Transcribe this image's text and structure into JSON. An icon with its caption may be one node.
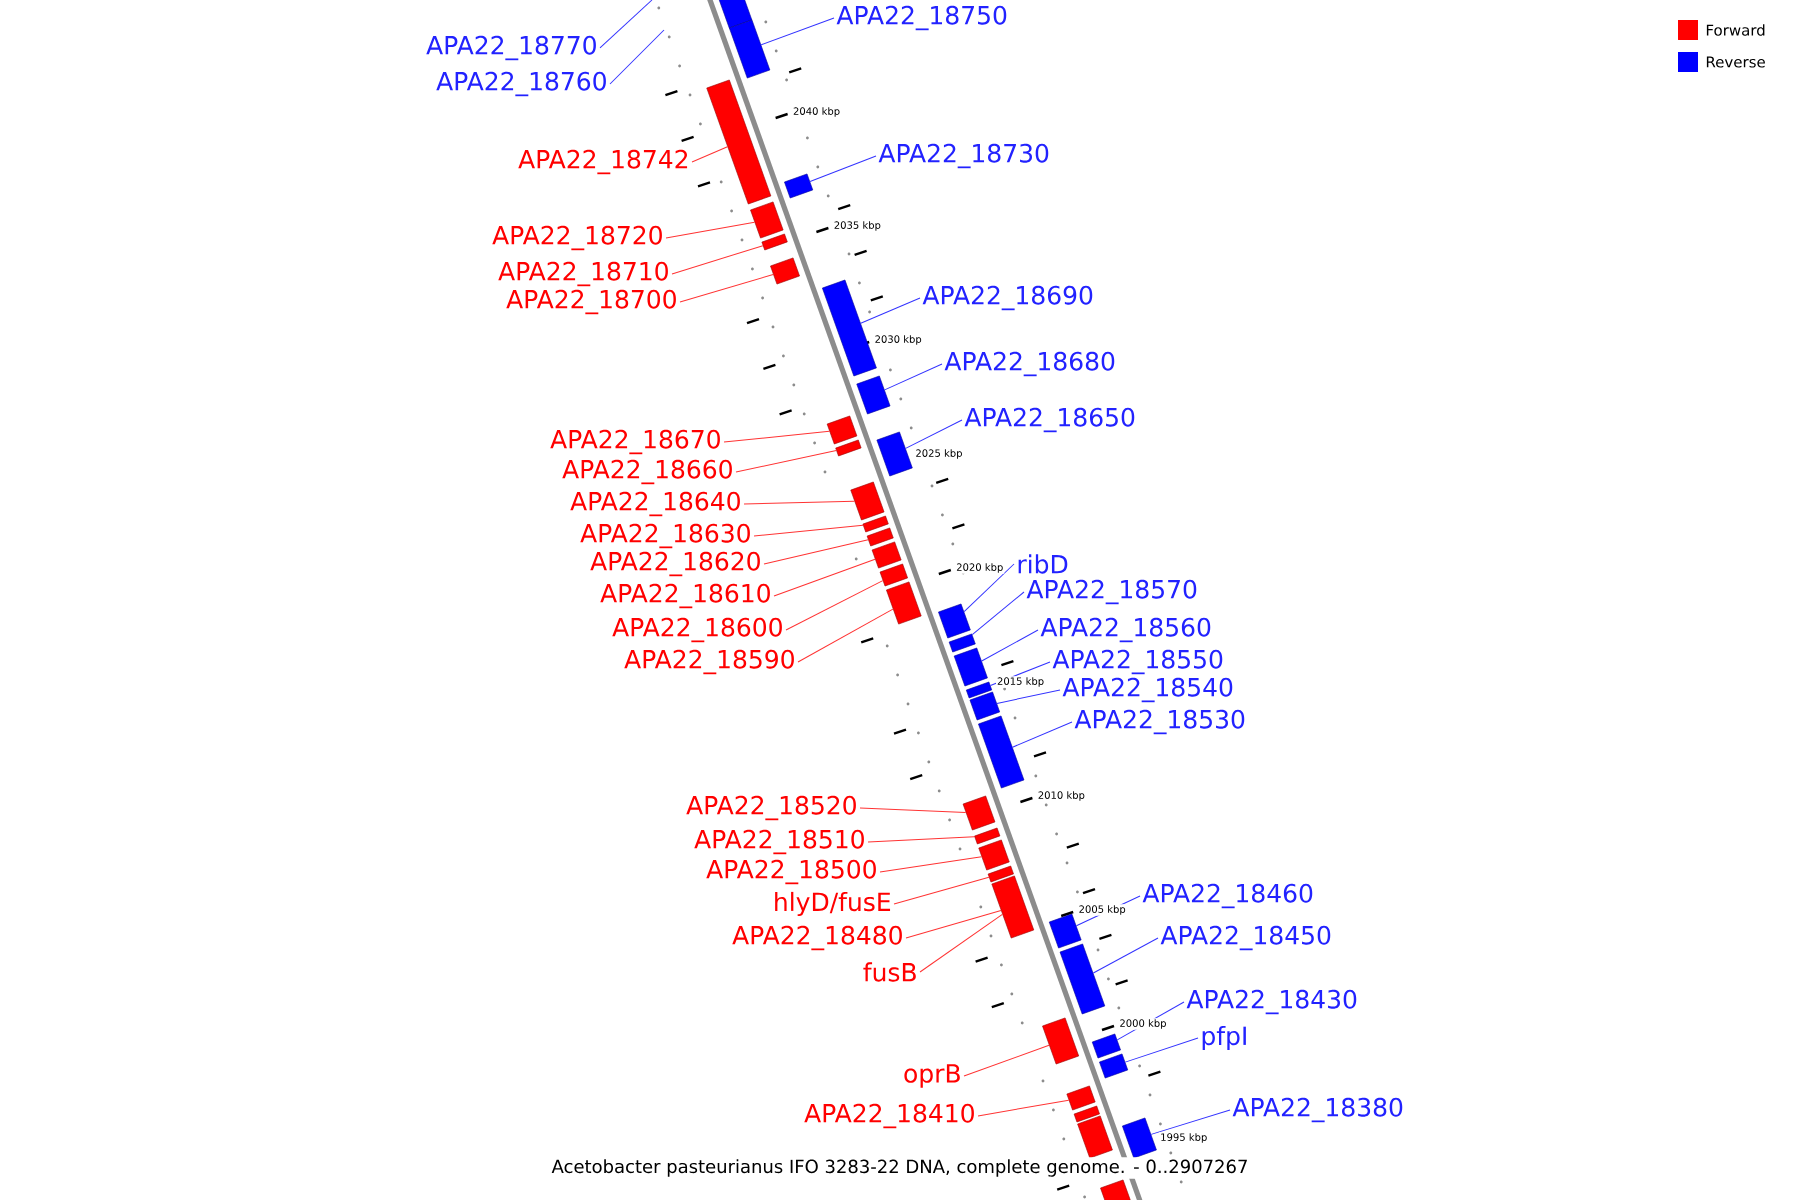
{
  "diagram": {
    "caption": "Acetobacter pasteurianus IFO 3283-22 DNA, complete genome. - 0..2907267",
    "nodes": [
      {
        "text": [
          "APA22_18750"
        ]
      },
      {
        "text": [
          "APA22_18770"
        ]
      },
      {
        "text": [
          "APA22_18760"
        ]
      },
      {
        "text": [
          "APA22_18730"
        ]
      },
      {
        "text": [
          "APA22_18742"
        ]
      },
      {
        "text": [
          "APA22_18720"
        ]
      },
      {
        "text": [
          "APA22_18710"
        ]
      },
      {
        "text": [
          "APA22_18690"
        ]
      },
      {
        "text": [
          "APA22_18700"
        ]
      },
      {
        "text": [
          "APA22_18680"
        ]
      },
      {
        "text": [
          "APA22_18650"
        ]
      },
      {
        "text": [
          "APA22_18670"
        ]
      },
      {
        "text": [
          "APA22_18660"
        ]
      },
      {
        "text": [
          "APA22_18640"
        ]
      },
      {
        "text": [
          "APA22_18630"
        ]
      },
      {
        "text": [
          "APA22_18620"
        ]
      },
      {
        "text": [
          "ribD"
        ]
      },
      {
        "text": [
          "APA22_18570"
        ]
      },
      {
        "text": [
          "APA22_18610"
        ]
      },
      {
        "text": [
          "APA22_18560"
        ]
      },
      {
        "text": [
          "APA22_18600"
        ]
      },
      {
        "text": [
          "APA22_18550"
        ]
      },
      {
        "text": [
          "APA22_18590"
        ]
      },
      {
        "text": [
          "APA22_18540"
        ]
      },
      {
        "text": [
          "APA22_18530"
        ]
      },
      {
        "text": [
          "APA22_18520"
        ]
      },
      {
        "text": [
          "APA22_18510"
        ]
      },
      {
        "text": [
          "APA22_18500"
        ]
      },
      {
        "text": [
          "APA22_18460"
        ]
      },
      {
        "text": [
          "hlyD/fusE"
        ]
      },
      {
        "text": [
          "APA22_18480"
        ]
      },
      {
        "text": [
          "APA22_18450"
        ]
      },
      {
        "text": [
          "fusB"
        ]
      },
      {
        "text": [
          "APA22_18430"
        ]
      },
      {
        "text": [
          "pfpI"
        ]
      },
      {
        "text": [
          "oprB"
        ]
      },
      {
        "text": [
          "APA22_18380"
        ]
      },
      {
        "text": [
          "APA22_18410"
        ]
      },
      {
        "text": [],
        "shape": "bar"
      },
      {
        "text": [],
        "shape": "bar"
      },
      {
        "text": [],
        "shape": "bar"
      },
      {
        "text": [],
        "shape": "bar"
      },
      {
        "text": [],
        "shape": "bar"
      },
      {
        "text": [],
        "shape": "bar"
      },
      {
        "text": [],
        "shape": "bar"
      },
      {
        "text": [],
        "shape": "bar"
      },
      {
        "text": [],
        "shape": "bar"
      },
      {
        "text": [],
        "shape": "bar"
      },
      {
        "text": [],
        "shape": "bar"
      },
      {
        "text": [],
        "shape": "bar"
      },
      {
        "text": [],
        "shape": "bar"
      },
      {
        "text": [],
        "shape": "bar"
      },
      {
        "text": [],
        "shape": "bar"
      },
      {
        "text": [],
        "shape": "bar"
      },
      {
        "text": [],
        "shape": "bar"
      },
      {
        "text": [],
        "shape": "bar"
      },
      {
        "text": [],
        "shape": "bar"
      },
      {
        "text": [],
        "shape": "bar"
      },
      {
        "text": [],
        "shape": "bar"
      },
      {
        "text": [],
        "shape": "bar"
      },
      {
        "text": [],
        "shape": "bar"
      },
      {
        "text": [],
        "shape": "bar"
      },
      {
        "text": [],
        "shape": "bar"
      },
      {
        "text": [],
        "shape": "bar"
      },
      {
        "text": [],
        "shape": "bar"
      },
      {
        "text": [],
        "shape": "bar"
      },
      {
        "text": [],
        "shape": "bar"
      },
      {
        "text": [],
        "shape": "bar"
      },
      {
        "text": [],
        "shape": "bar"
      },
      {
        "text": [],
        "shape": "bar"
      },
      {
        "text": [],
        "shape": "bar"
      },
      {
        "text": [],
        "shape": "bar"
      },
      {
        "text": [],
        "shape": "bar"
      },
      {
        "text": [],
        "shape": "bar"
      },
      {
        "text": [],
        "shape": "bar"
      },
      {
        "text": [],
        "shape": "bar"
      },
      {
        "text": [],
        "shape": "bar"
      }
    ],
    "edges": [
      {
        "from": 0,
        "to": 39,
        "arrow": "none",
        "color": "#3333ff"
      },
      {
        "from": 1,
        "to": null,
        "arrow": "none",
        "color": "#3333ff"
      },
      {
        "from": 2,
        "to": null,
        "arrow": "none",
        "color": "#3333ff"
      },
      {
        "from": 3,
        "to": 41,
        "arrow": "none",
        "color": "#3333ff"
      },
      {
        "from": 4,
        "to": 40,
        "arrow": "none",
        "color": "#ff3333"
      },
      {
        "from": 5,
        "to": 42,
        "arrow": "none",
        "color": "#ff3333"
      },
      {
        "from": 6,
        "to": 43,
        "arrow": "none",
        "color": "#ff3333"
      },
      {
        "from": 7,
        "to": 45,
        "arrow": "none",
        "color": "#3333ff"
      },
      {
        "from": 8,
        "to": 44,
        "arrow": "none",
        "color": "#ff3333"
      },
      {
        "from": 9,
        "to": 46,
        "arrow": "none",
        "color": "#3333ff"
      },
      {
        "from": 10,
        "to": 48,
        "arrow": "none",
        "color": "#3333ff"
      },
      {
        "from": 11,
        "to": 47,
        "arrow": "none",
        "color": "#ff3333"
      },
      {
        "from": 12,
        "to": 49,
        "arrow": "none",
        "color": "#ff3333"
      },
      {
        "from": 13,
        "to": 50,
        "arrow": "none",
        "color": "#ff3333"
      },
      {
        "from": 14,
        "to": 51,
        "arrow": "none",
        "color": "#ff3333"
      },
      {
        "from": 15,
        "to": 52,
        "arrow": "none",
        "color": "#ff3333"
      },
      {
        "from": 16,
        "to": 56,
        "arrow": "none",
        "color": "#3333ff"
      },
      {
        "from": 17,
        "to": 57,
        "arrow": "none",
        "color": "#3333ff"
      },
      {
        "from": 18,
        "to": 53,
        "arrow": "none",
        "color": "#ff3333"
      },
      {
        "from": 19,
        "to": 58,
        "arrow": "none",
        "color": "#3333ff"
      },
      {
        "from": 20,
        "to": 54,
        "arrow": "none",
        "color": "#ff3333"
      },
      {
        "from": 21,
        "to": 59,
        "arrow": "none",
        "color": "#3333ff"
      },
      {
        "from": 22,
        "to": 55,
        "arrow": "none",
        "color": "#ff3333"
      },
      {
        "from": 23,
        "to": 60,
        "arrow": "none",
        "color": "#3333ff"
      },
      {
        "from": 24,
        "to": 61,
        "arrow": "none",
        "color": "#3333ff"
      },
      {
        "from": 25,
        "to": 62,
        "arrow": "none",
        "color": "#ff3333"
      },
      {
        "from": 26,
        "to": 63,
        "arrow": "none",
        "color": "#ff3333"
      },
      {
        "from": 27,
        "to": 64,
        "arrow": "none",
        "color": "#ff3333"
      },
      {
        "from": 28,
        "to": 67,
        "arrow": "none",
        "color": "#3333ff"
      },
      {
        "from": 29,
        "to": 65,
        "arrow": "none",
        "color": "#ff3333"
      },
      {
        "from": 30,
        "to": 66,
        "arrow": "none",
        "color": "#ff3333"
      },
      {
        "from": 31,
        "to": 68,
        "arrow": "none",
        "color": "#3333ff"
      },
      {
        "from": 32,
        "to": 66,
        "arrow": "none",
        "color": "#ff3333"
      },
      {
        "from": 33,
        "to": 70,
        "arrow": "none",
        "color": "#3333ff"
      },
      {
        "from": 34,
        "to": 71,
        "arrow": "none",
        "color": "#3333ff"
      },
      {
        "from": 35,
        "to": 69,
        "arrow": "none",
        "color": "#ff3333"
      },
      {
        "from": 36,
        "to": 75,
        "arrow": "none",
        "color": "#3333ff"
      },
      {
        "from": 37,
        "to": 72,
        "arrow": "none",
        "color": "#ff3333"
      }
    ],
    "labels": [
      "2040 kbp",
      "2035 kbp",
      "2030 kbp",
      "2025 kbp",
      "2020 kbp",
      "2015 kbp",
      "2010 kbp",
      "2005 kbp",
      "2000 kbp",
      "1995 kbp"
    ],
    "legend": [
      {
        "text": "Forward",
        "color": "#ff0000"
      },
      {
        "text": "Reverse",
        "color": "#0000ff"
      }
    ]
  }
}
